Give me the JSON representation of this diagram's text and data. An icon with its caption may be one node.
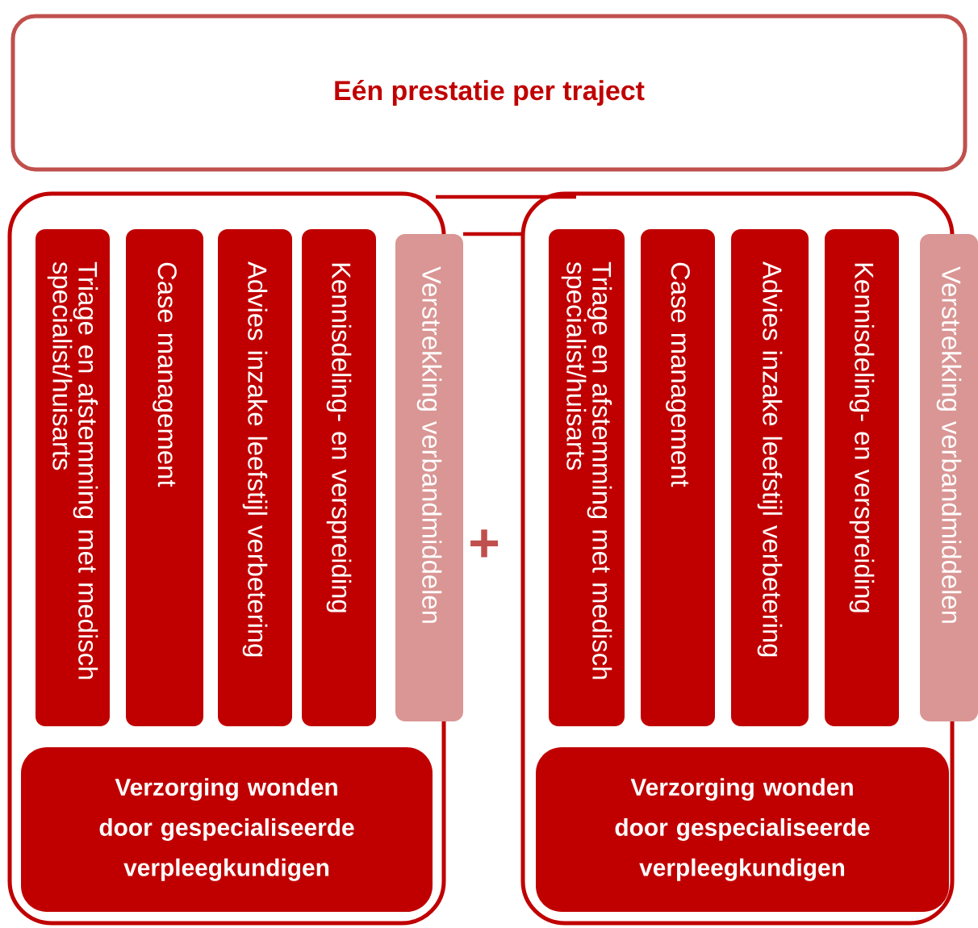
{
  "diagram": {
    "nodes": [
      {
        "text": [
          "Eén prestatie per traject"
        ]
      },
      {
        "text": [],
        "shape": "box"
      },
      {
        "text": [
          "Triage en afstemming met medisch specialist/huisarts"
        ],
        "in": 1
      },
      {
        "text": [
          "Case management"
        ],
        "in": 1
      },
      {
        "text": [
          "Advies inzake leefstijl verbetering"
        ],
        "in": 1
      },
      {
        "text": [
          "Kennisdeling- en verspreiding"
        ],
        "in": 1
      },
      {
        "text": [
          "Verstrekking verbandmiddelen"
        ]
      },
      {
        "text": [
          "Verzorging wonden door gespecialiseerde verpleegkundigen"
        ],
        "in": 1
      },
      {
        "text": [],
        "shape": "box"
      },
      {
        "text": [
          "Triage en afstemming met medisch specialist/huisarts"
        ],
        "in": 8
      },
      {
        "text": [
          "Case management"
        ],
        "in": 8
      },
      {
        "text": [
          "Advies inzake leefstijl verbetering"
        ],
        "in": 8
      },
      {
        "text": [
          "Kennisdeling- en verspreiding"
        ],
        "in": 8
      },
      {
        "text": [
          "Verstrekking verbandmiddelen"
        ]
      },
      {
        "text": [
          "Verzorging wonden door gespecialiseerde verpleegkundigen"
        ],
        "in": 8
      }
    ],
    "edges": [],
    "labels": [
      "+"
    ]
  }
}
